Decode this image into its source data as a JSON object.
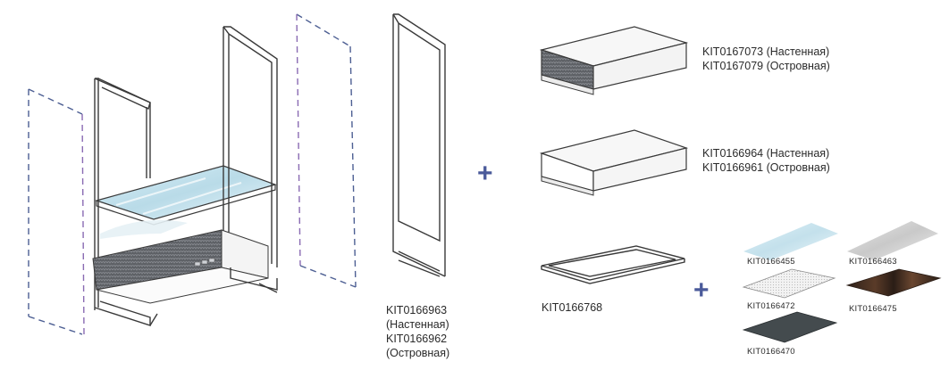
{
  "colors": {
    "frame": "#3a3a3a",
    "dash_blue": "#4d5f93",
    "dash_purple": "#8a6bb3",
    "glass": "#cfe6f0",
    "plus": "#4a5a9a",
    "dark_panel": "#3f4649",
    "wood": "#3b2a20"
  },
  "labels": {
    "main_code_1": "KIT0166963",
    "main_variant_1": "(Настенная)",
    "main_code_2": "KIT0166962",
    "main_variant_2": "(Островная)",
    "hood1_line1": "KIT0167073 (Настенная)",
    "hood1_line2": "KIT0167079 (Островная)",
    "hood2_line1": "KIT0166964 (Настенная)",
    "hood2_line2": "KIT0166961 (Островная)",
    "tray": "KIT0166768"
  },
  "panels": [
    {
      "code": "KIT0166455",
      "icon": "clear-glass-panel-icon"
    },
    {
      "code": "KIT0166463",
      "icon": "grey-glass-panel-icon"
    },
    {
      "code": "KIT0166472",
      "icon": "white-mesh-panel-icon"
    },
    {
      "code": "KIT0166475",
      "icon": "dark-wood-panel-icon"
    },
    {
      "code": "KIT0166470",
      "icon": "dark-grey-panel-icon"
    }
  ],
  "plus_symbols": [
    "+",
    "+"
  ]
}
